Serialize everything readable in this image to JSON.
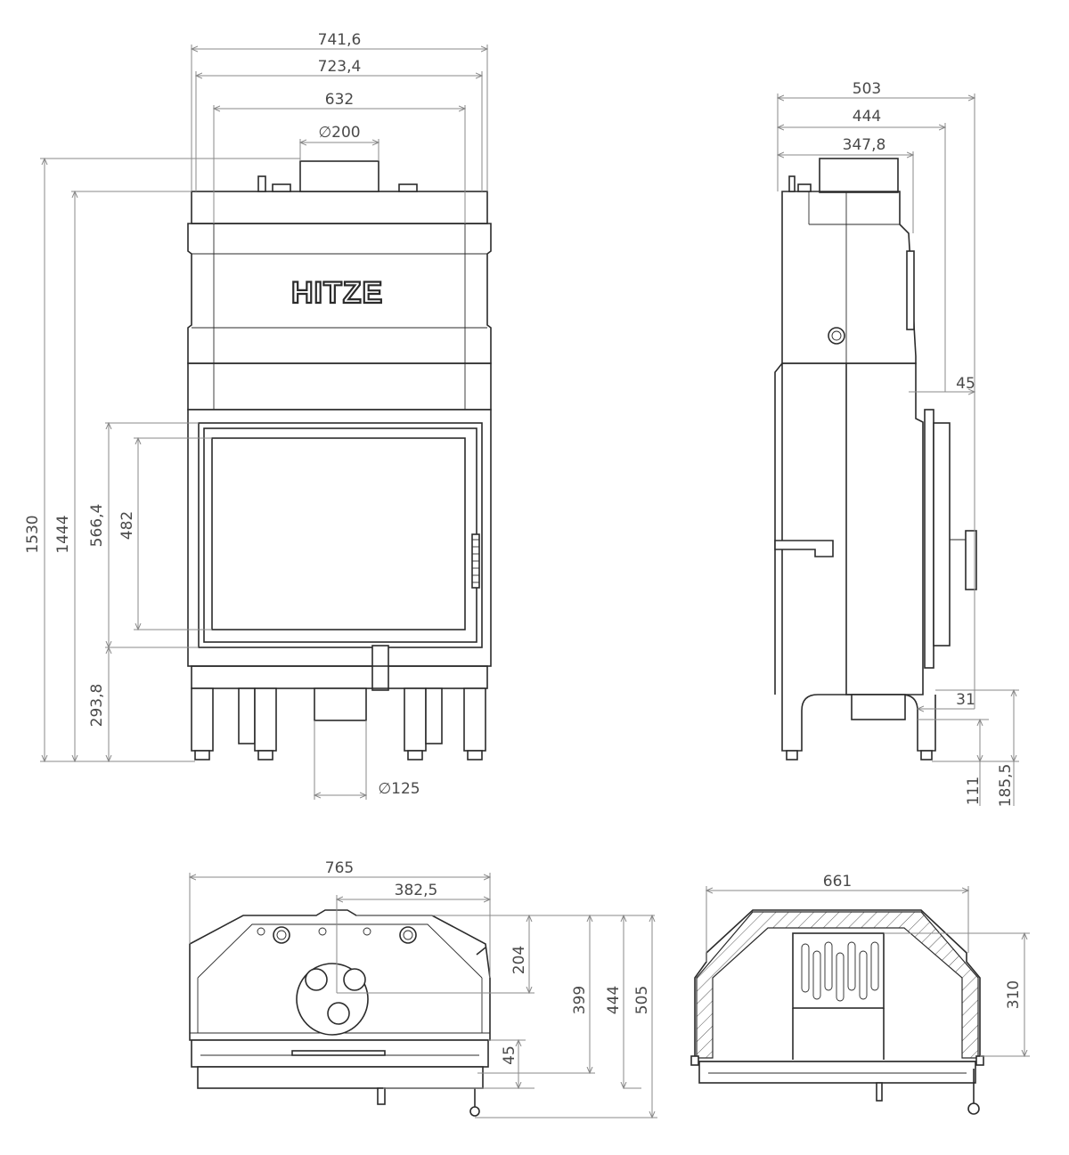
{
  "brand": {
    "logo_text": "HITZE"
  },
  "front_view": {
    "width_outer": "741,6",
    "width_frame": "723,4",
    "width_door": "632",
    "flue_diameter_top": "∅200",
    "height_total": "1530",
    "height_body": "1444",
    "door_opening_height": "566,4",
    "glass_height": "482",
    "bottom_to_door": "293,8",
    "air_inlet_diameter": "∅125"
  },
  "side_view": {
    "depth_total": "503",
    "depth_body": "444",
    "flue_offset": "347,8",
    "door_protrusion": "45",
    "base_offset": "31",
    "inlet_height": "111",
    "inlet_top_height": "185,5"
  },
  "top_view": {
    "width_total": "765",
    "half_width": "382,5",
    "flue_center_depth": "204",
    "depth_to_flue": "399",
    "depth_body": "444",
    "depth_total": "505",
    "handle_offset": "45"
  },
  "section_view": {
    "width_total": "661",
    "chamber_depth": "310"
  }
}
